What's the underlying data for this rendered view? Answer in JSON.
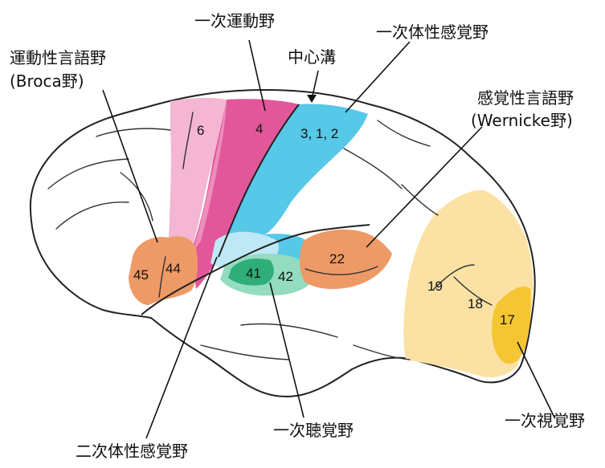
{
  "labels": {
    "primary_motor": "一次運動野",
    "primary_somatosensory": "一次体性感覚野",
    "motor_speech": "運動性言語野",
    "broca": "(Broca野)",
    "central_sulcus": "中心溝",
    "sensory_speech": "感覚性言語野",
    "wernicke": "(Wernicke野)",
    "primary_visual": "一次視覚野",
    "primary_auditory": "一次聴覚野",
    "secondary_somatosensory": "二次体性感覚野"
  },
  "areas": {
    "a6": "6",
    "a4": "4",
    "a312": "3, 1, 2",
    "a45": "45",
    "a44": "44",
    "a41": "41",
    "a42": "42",
    "a22": "22",
    "a19": "19",
    "a18": "18",
    "a17": "17"
  },
  "colors": {
    "area6": "#f4b6d2",
    "area4": "#e2579a",
    "somatosensory": "#56c8e8",
    "broca": "#ee9a66",
    "auditory41": "#2fae79",
    "auditory42": "#93dcc0",
    "wernicke": "#ee9a66",
    "area19_18": "#fbe2a4",
    "area17": "#f5c634"
  }
}
